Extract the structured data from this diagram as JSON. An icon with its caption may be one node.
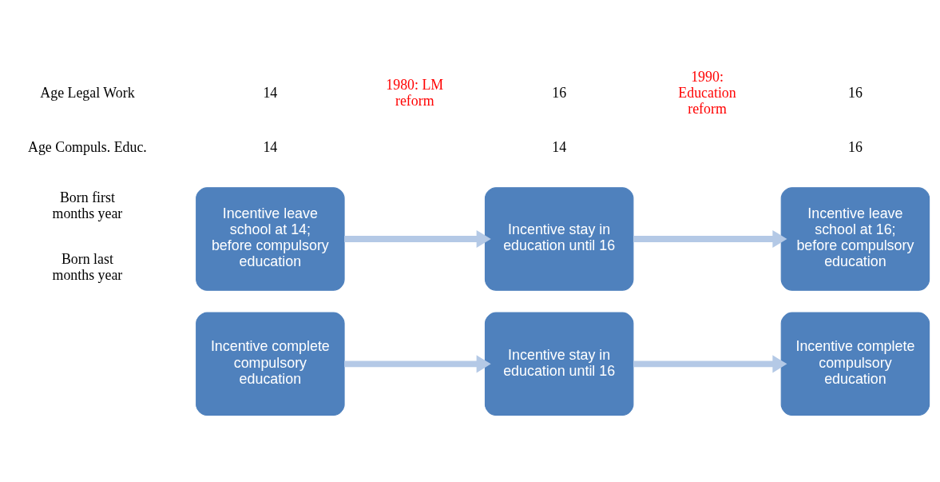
{
  "diagram": {
    "nodes": [
      {
        "text": [
          "Incentive leave school at 14; before compulsory education"
        ]
      },
      {
        "text": [
          "Incentive stay in education until 16"
        ]
      },
      {
        "text": [
          "Incentive leave school at 16; before compulsory education"
        ]
      },
      {
        "text": [
          "Incentive complete compulsory education"
        ]
      },
      {
        "text": [
          "Incentive stay in education until 16"
        ]
      },
      {
        "text": [
          "Incentive complete compulsory education"
        ]
      }
    ],
    "edges": [
      {
        "from": 0,
        "to": 1,
        "arrow": "to"
      },
      {
        "from": 1,
        "to": 2,
        "arrow": "to"
      },
      {
        "from": 3,
        "to": 4,
        "arrow": "to"
      },
      {
        "from": 4,
        "to": 5,
        "arrow": "to"
      }
    ],
    "labels": [
      "1980: LM reform",
      "1990: Education reform",
      "Age Legal Work",
      "14",
      "16",
      "16",
      "Age Compuls. Educ.",
      "14",
      "14",
      "16",
      "Born first months year",
      "Born last months year"
    ]
  }
}
